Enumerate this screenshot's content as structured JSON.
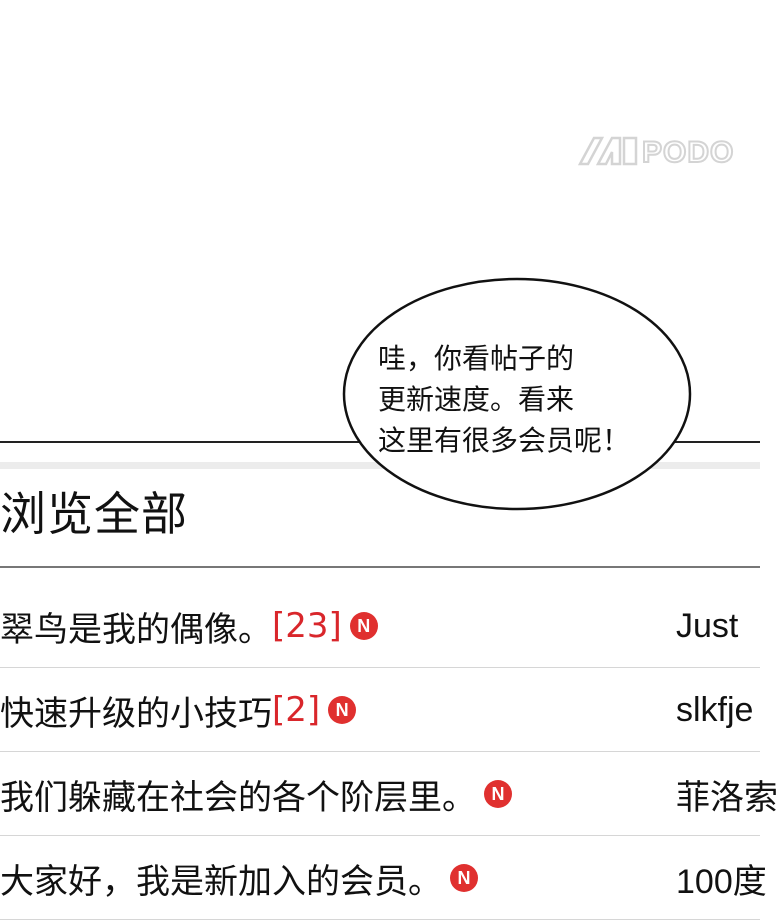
{
  "watermark": {
    "text": "PODO"
  },
  "speech_bubble": {
    "text": "哇，你看帖子的\n更新速度。看来\n这里有很多会员呢！"
  },
  "board": {
    "section_title": "浏览全部",
    "new_badge": "N",
    "rows": [
      {
        "title": "翠鸟是我的偶像。",
        "count": "[23]",
        "author": "Just"
      },
      {
        "title": "快速升级的小技巧",
        "count": "[2]",
        "author": "slkfje"
      },
      {
        "title": "我们躲藏在社会的各个阶层里。",
        "count": "",
        "author": "菲洛索"
      },
      {
        "title": "大家好，我是新加入的会员。",
        "count": "",
        "author": "100度"
      }
    ]
  },
  "colors": {
    "count_red": "#d9262b",
    "badge_red": "#e0302f",
    "watermark_gray": "#d9d9d9"
  }
}
